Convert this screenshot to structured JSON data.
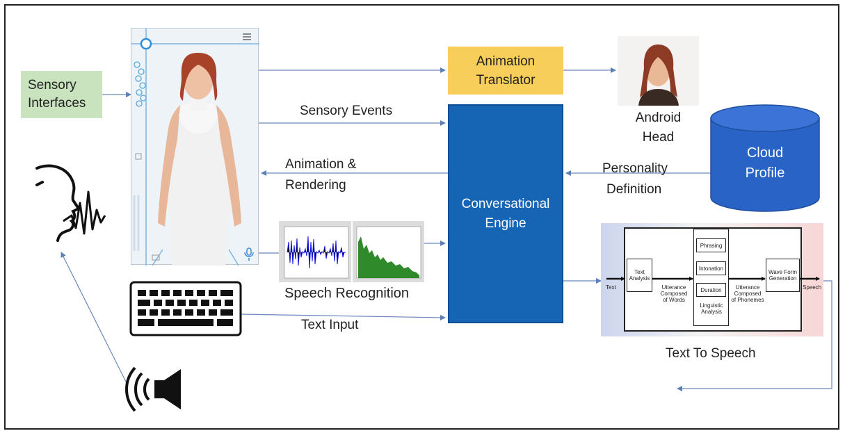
{
  "sensory_interfaces": {
    "line1": "Sensory",
    "line2": "Interfaces"
  },
  "animation_translator": {
    "line1": "Animation",
    "line2": "Translator"
  },
  "android_head": {
    "line1": "Android",
    "line2": "Head"
  },
  "cloud_profile": {
    "line1": "Cloud",
    "line2": "Profile"
  },
  "sensory_events": "Sensory Events",
  "animation_rendering": {
    "line1": "Animation &",
    "line2": "Rendering"
  },
  "personality_definition": {
    "line1": "Personality",
    "line2": "Definition"
  },
  "conversational_engine": {
    "line1": "Conversational",
    "line2": "Engine"
  },
  "speech_recognition": "Speech Recognition",
  "text_input": "Text Input",
  "text_to_speech": "Text To Speech",
  "tts_pipeline": {
    "input": "Text",
    "text_analysis": {
      "line1": "Text",
      "line2": "Analysis"
    },
    "utterance_words": {
      "line1": "Utterance",
      "line2": "Composed",
      "line3": "of Words"
    },
    "phrasing": "Phrasing",
    "intonation": "Intonation",
    "duration": "Duration",
    "linguistic_analysis": {
      "line1": "Linguistic",
      "line2": "Analysis"
    },
    "utterance_phonemes": {
      "line1": "Utterance",
      "line2": "Composed",
      "line3": "of Phonemes"
    },
    "wave_form": {
      "line1": "Wave Form",
      "line2": "Generation"
    },
    "output": "Speech"
  },
  "colors": {
    "sensory_box": "#c8e3bd",
    "animation_box": "#f7ce5a",
    "engine_box": "#1664b4",
    "cloud": "#2a63c6",
    "arrow": "#5b7fb8",
    "waveform": "#1a1ae0",
    "spectrum": "#2f8a2a"
  },
  "icons": [
    "avatar-app-panel",
    "android-head-photo",
    "speaking-head-icon",
    "keyboard-icon",
    "speaker-icon",
    "microphone-icon",
    "menu-icon"
  ]
}
